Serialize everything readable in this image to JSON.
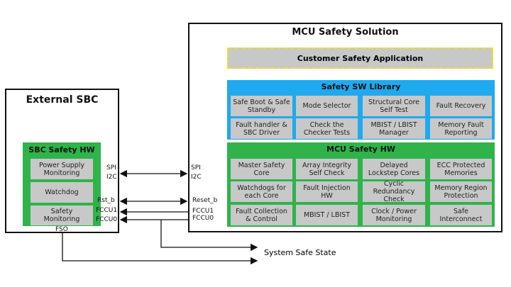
{
  "sbc": {
    "title": "External SBC",
    "hw_title": "SBC Safety HW",
    "items": [
      "Power Supply Monitoring",
      "Watchdog",
      "Safety Monitoring"
    ],
    "signals": {
      "spi": "SPI",
      "i2c": "I2C",
      "rst": "Rst_b",
      "fccu1": "FCCU1",
      "fccu0": "FCCU0",
      "fso": "FSO"
    }
  },
  "mcu": {
    "title": "MCU Safety Solution",
    "customer_app": "Customer Safety Application",
    "sw_title": "Safety SW Library",
    "sw_items": [
      "Safe Boot & Safe Standby",
      "Mode Selector",
      "Structural Core Self Test",
      "Fault Recovery",
      "Fault handler & SBC Driver",
      "Check the Checker Tests",
      "MBIST / LBIST Manager",
      "Memory Fault Reporting"
    ],
    "hw_title": "MCU Safety HW",
    "hw_items": [
      "Master Safety Core",
      "Array Integrity Self Check",
      "Delayed Lockstep Cores",
      "ECC Protected Memories",
      "Watchdogs for each Core",
      "Fault Injection HW",
      "Cyclic Redundancy Check",
      "Memory Region Protection",
      "Fault Collection & Control",
      "MBIST / LBIST",
      "Clock / Power Monitoring",
      "Safe Interconnect"
    ],
    "signals": {
      "spi": "SPI",
      "i2c": "I2C",
      "reset": "Reset_b",
      "fccu1": "FCCU1",
      "fccu0": "FCCU0"
    }
  },
  "safe_state": "System Safe State",
  "colors": {
    "green": "#2fb34a",
    "blue": "#1fa9ee",
    "yellow": "#f0e020",
    "cell": "#c8c8c8"
  }
}
